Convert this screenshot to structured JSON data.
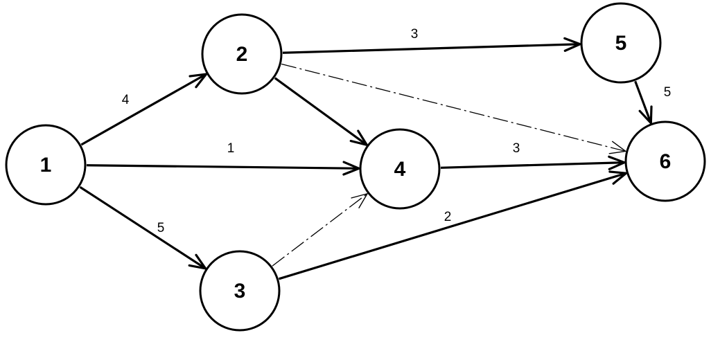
{
  "diagram": {
    "nodes": [
      {
        "id": "1",
        "label": "1"
      },
      {
        "id": "2",
        "label": "2"
      },
      {
        "id": "3",
        "label": "3"
      },
      {
        "id": "4",
        "label": "4"
      },
      {
        "id": "5",
        "label": "5"
      },
      {
        "id": "6",
        "label": "6"
      }
    ],
    "edges": [
      {
        "from": "1",
        "to": "2",
        "weight": "4",
        "style": "solid"
      },
      {
        "from": "1",
        "to": "4",
        "weight": "1",
        "style": "solid"
      },
      {
        "from": "1",
        "to": "3",
        "weight": "5",
        "style": "solid"
      },
      {
        "from": "2",
        "to": "5",
        "weight": "3",
        "style": "solid"
      },
      {
        "from": "2",
        "to": "4",
        "weight": "",
        "style": "solid"
      },
      {
        "from": "2",
        "to": "6",
        "weight": "",
        "style": "dash-dot"
      },
      {
        "from": "3",
        "to": "4",
        "weight": "",
        "style": "dash-dot"
      },
      {
        "from": "3",
        "to": "6",
        "weight": "2",
        "style": "solid"
      },
      {
        "from": "4",
        "to": "6",
        "weight": "3",
        "style": "solid"
      },
      {
        "from": "5",
        "to": "6",
        "weight": "5",
        "style": "solid"
      }
    ]
  }
}
